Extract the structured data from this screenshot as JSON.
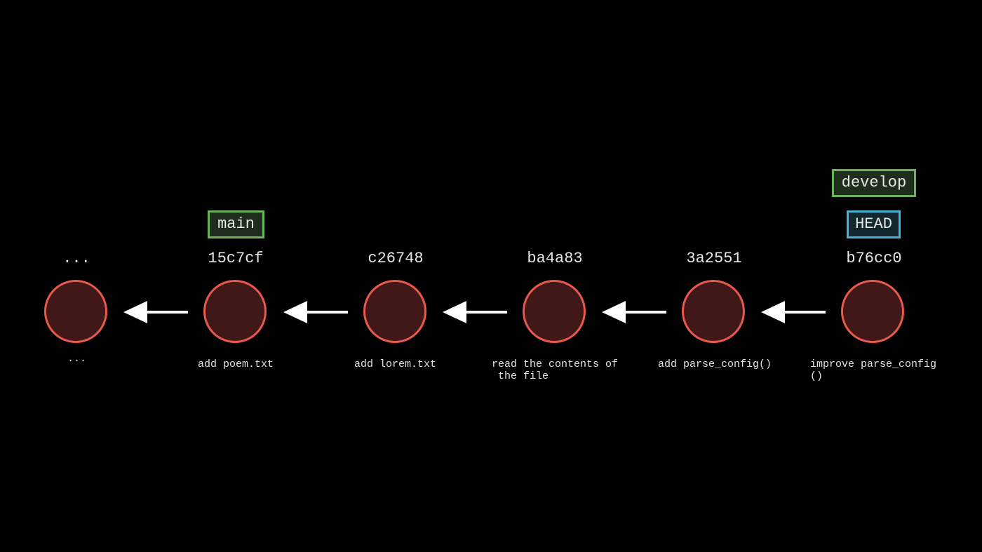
{
  "colors": {
    "background": "#000000",
    "node_fill": "#401818",
    "node_border": "#e8584e",
    "branch_border": "#6cb35a",
    "head_border": "#45b4d4",
    "arrow": "#ffffff"
  },
  "commits": [
    {
      "hash": "...",
      "message": "..."
    },
    {
      "hash": "15c7cf",
      "message": "add poem.txt"
    },
    {
      "hash": "c26748",
      "message": "add lorem.txt"
    },
    {
      "hash": "ba4a83",
      "message": "read the contents of\n the file"
    },
    {
      "hash": "3a2551",
      "message": "add parse_config()"
    },
    {
      "hash": "b76cc0",
      "message": "improve parse_config\n()"
    }
  ],
  "refs": {
    "main": "main",
    "develop": "develop",
    "head": "HEAD"
  }
}
